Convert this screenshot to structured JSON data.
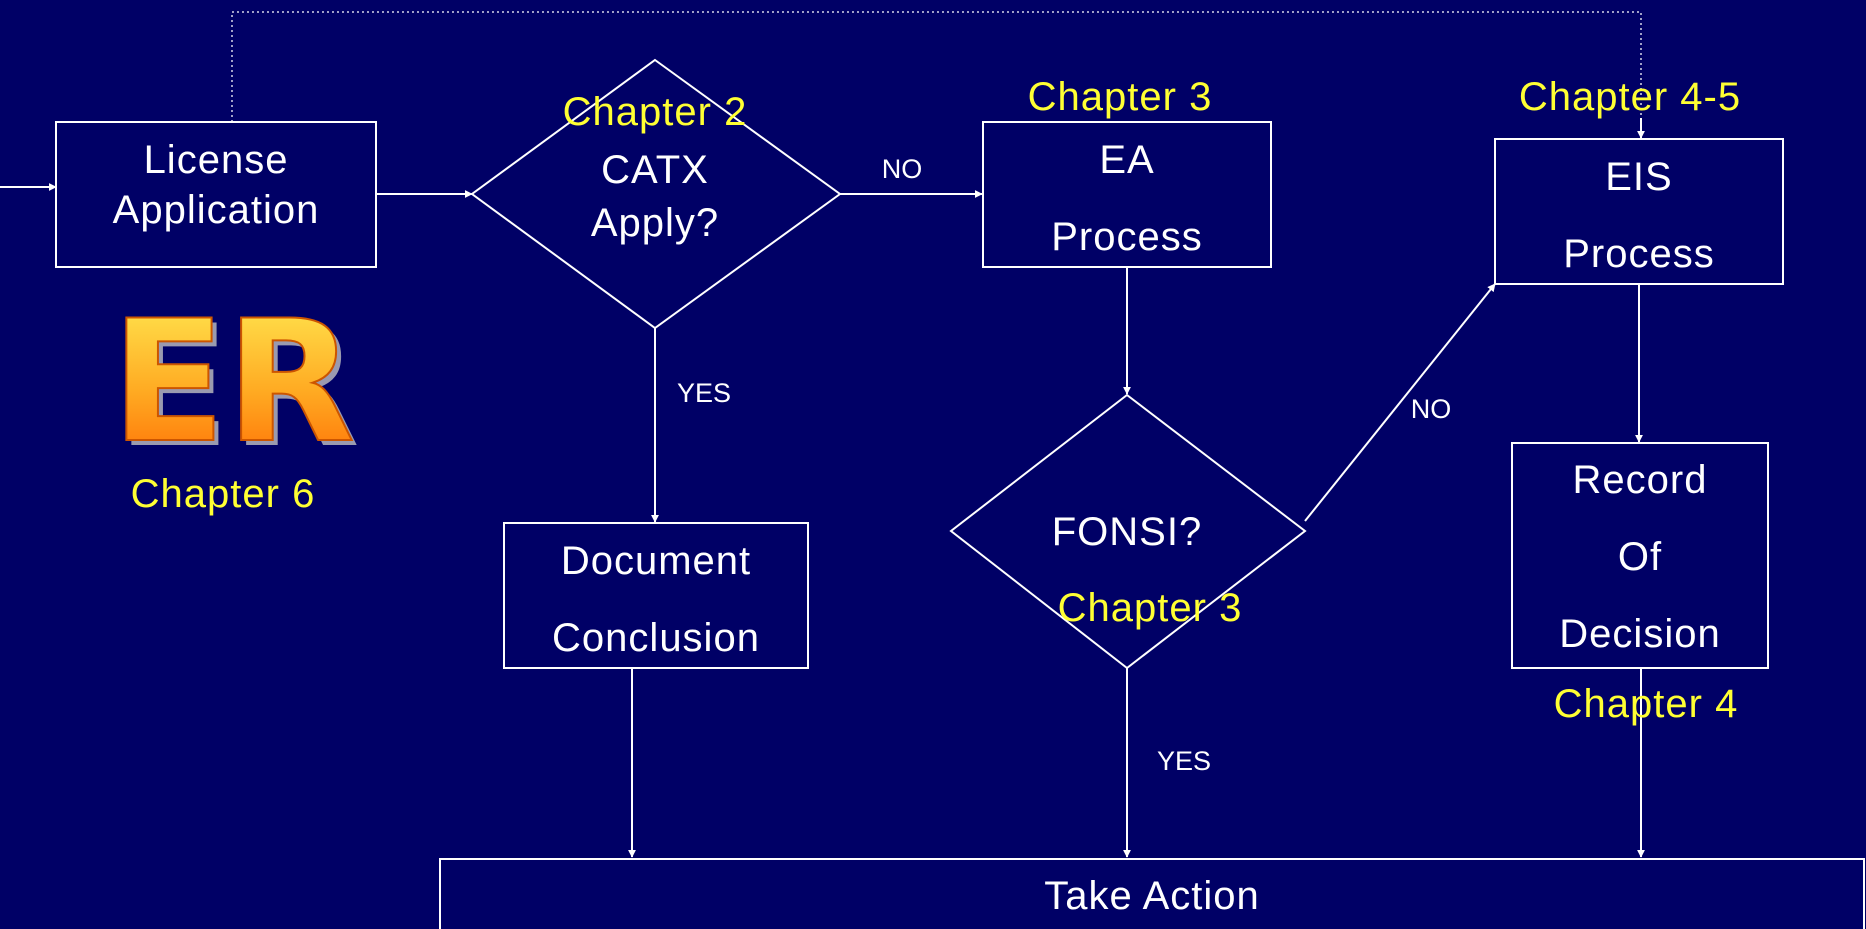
{
  "nodes": {
    "license": [
      "License",
      "Application"
    ],
    "catx": [
      "CATX",
      "Apply?"
    ],
    "ea": [
      "EA",
      "Process"
    ],
    "eis": [
      "EIS",
      "Process"
    ],
    "fonsi": [
      "FONSI?"
    ],
    "document": [
      "Document",
      "Conclusion"
    ],
    "record": [
      "Record",
      "Of",
      "Decision"
    ],
    "take_action": [
      "Take Action"
    ]
  },
  "edge_labels": {
    "catx_no": "NO",
    "catx_yes": "YES",
    "fonsi_no": "NO",
    "fonsi_yes": "YES"
  },
  "chapters": {
    "catx": "Chapter 2",
    "ea": "Chapter 3",
    "eis": "Chapter 4-5",
    "fonsi": "Chapter 3",
    "record": "Chapter 4",
    "er": "Chapter 6"
  },
  "er_logo": {
    "text": "ER",
    "colors": [
      "#ffee55",
      "#ffaa22",
      "#ff6600"
    ]
  }
}
